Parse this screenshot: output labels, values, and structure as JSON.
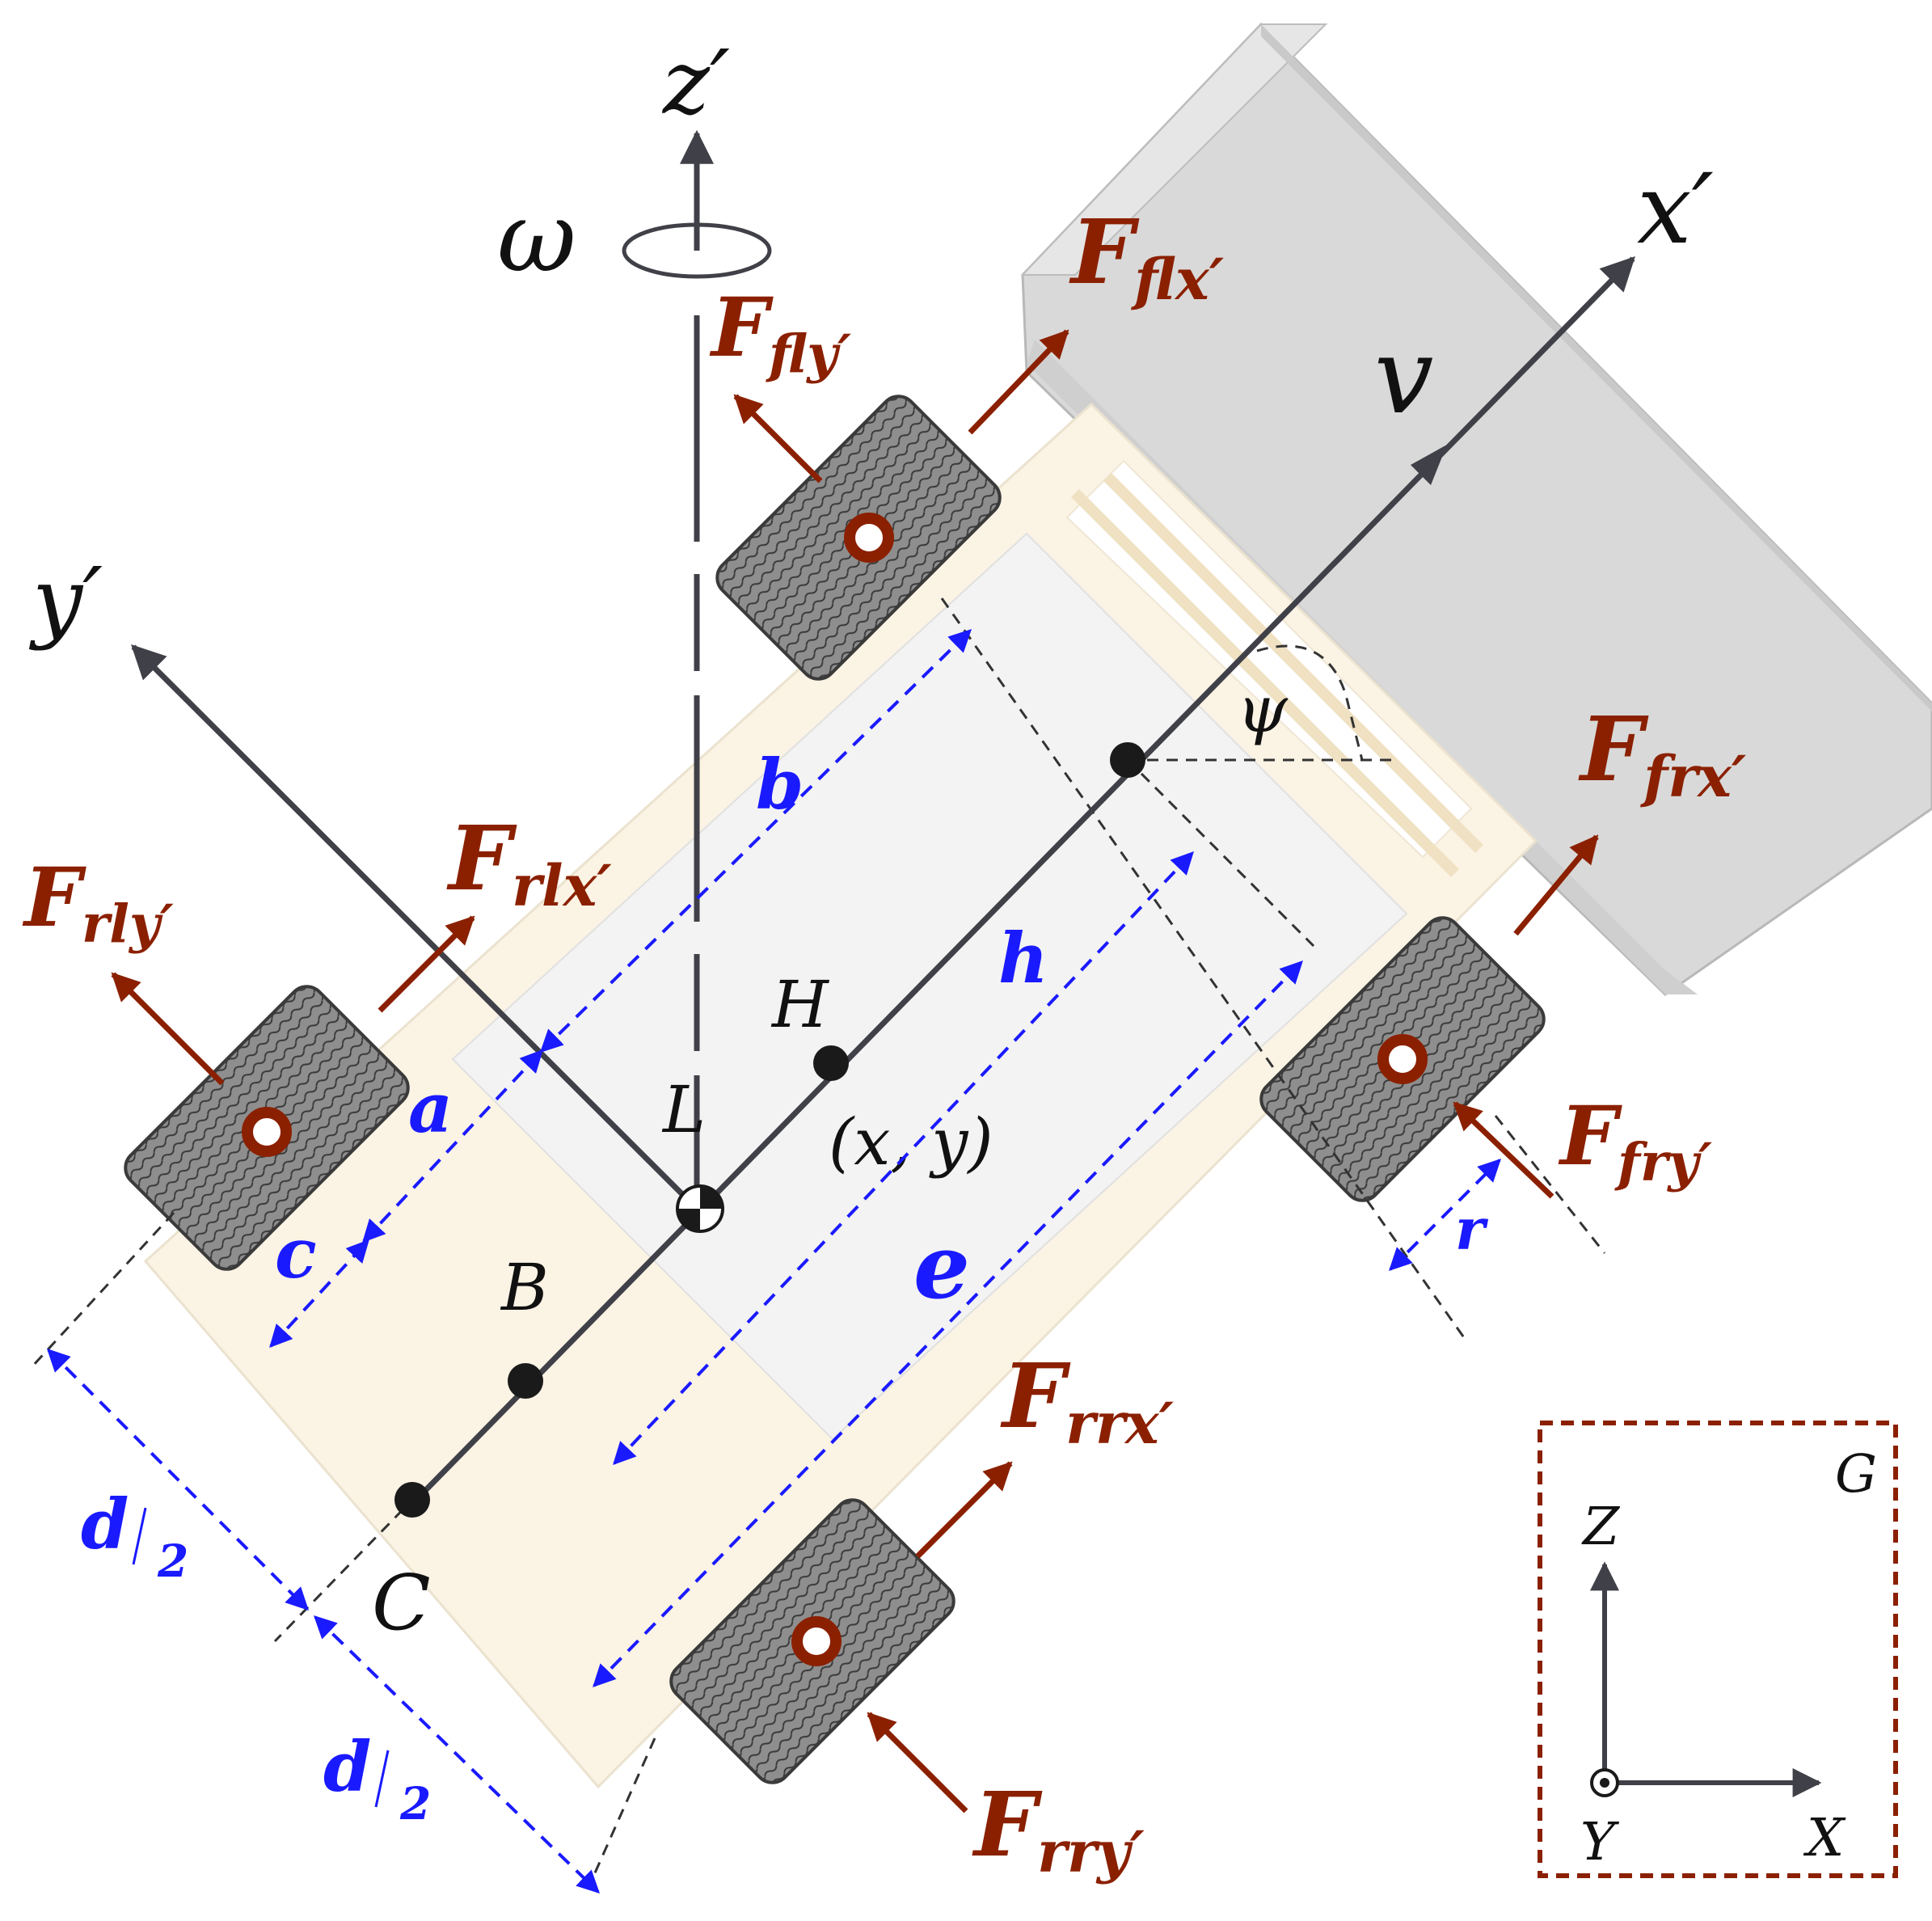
{
  "axes": {
    "z_prime": "z′",
    "x_prime": "x′",
    "y_prime": "y′",
    "omega": "ω",
    "v": "v",
    "psi": "ψ"
  },
  "forces": {
    "f_flx": {
      "base": "F",
      "sub": "flx′"
    },
    "f_fly": {
      "base": "F",
      "sub": "fly′"
    },
    "f_frx": {
      "base": "F",
      "sub": "frx′"
    },
    "f_fry": {
      "base": "F",
      "sub": "fry′"
    },
    "f_rlx": {
      "base": "F",
      "sub": "rlx′"
    },
    "f_rly": {
      "base": "F",
      "sub": "rly′"
    },
    "f_rrx": {
      "base": "F",
      "sub": "rrx′"
    },
    "f_rry": {
      "base": "F",
      "sub": "rry′"
    }
  },
  "dimensions": {
    "a": "a",
    "b": "b",
    "c": "c",
    "e": "e",
    "h": "h",
    "r": "r",
    "d_half_1": {
      "num": "d",
      "den": "2"
    },
    "d_half_2": {
      "num": "d",
      "den": "2"
    }
  },
  "points": {
    "H": "H",
    "L": "L",
    "B": "B",
    "C": "C",
    "xy": "(x, y)"
  },
  "frame_box": {
    "title": "G",
    "z": "Z",
    "x": "X",
    "y": "Y"
  },
  "colors": {
    "force": "#8b2000",
    "dimension": "#1a1aff",
    "axis": "#404048",
    "frame_border": "#8b2000",
    "chassis": "#fbf3e4",
    "tire": "#8e8e8e",
    "loader": "#d9d9d9"
  }
}
